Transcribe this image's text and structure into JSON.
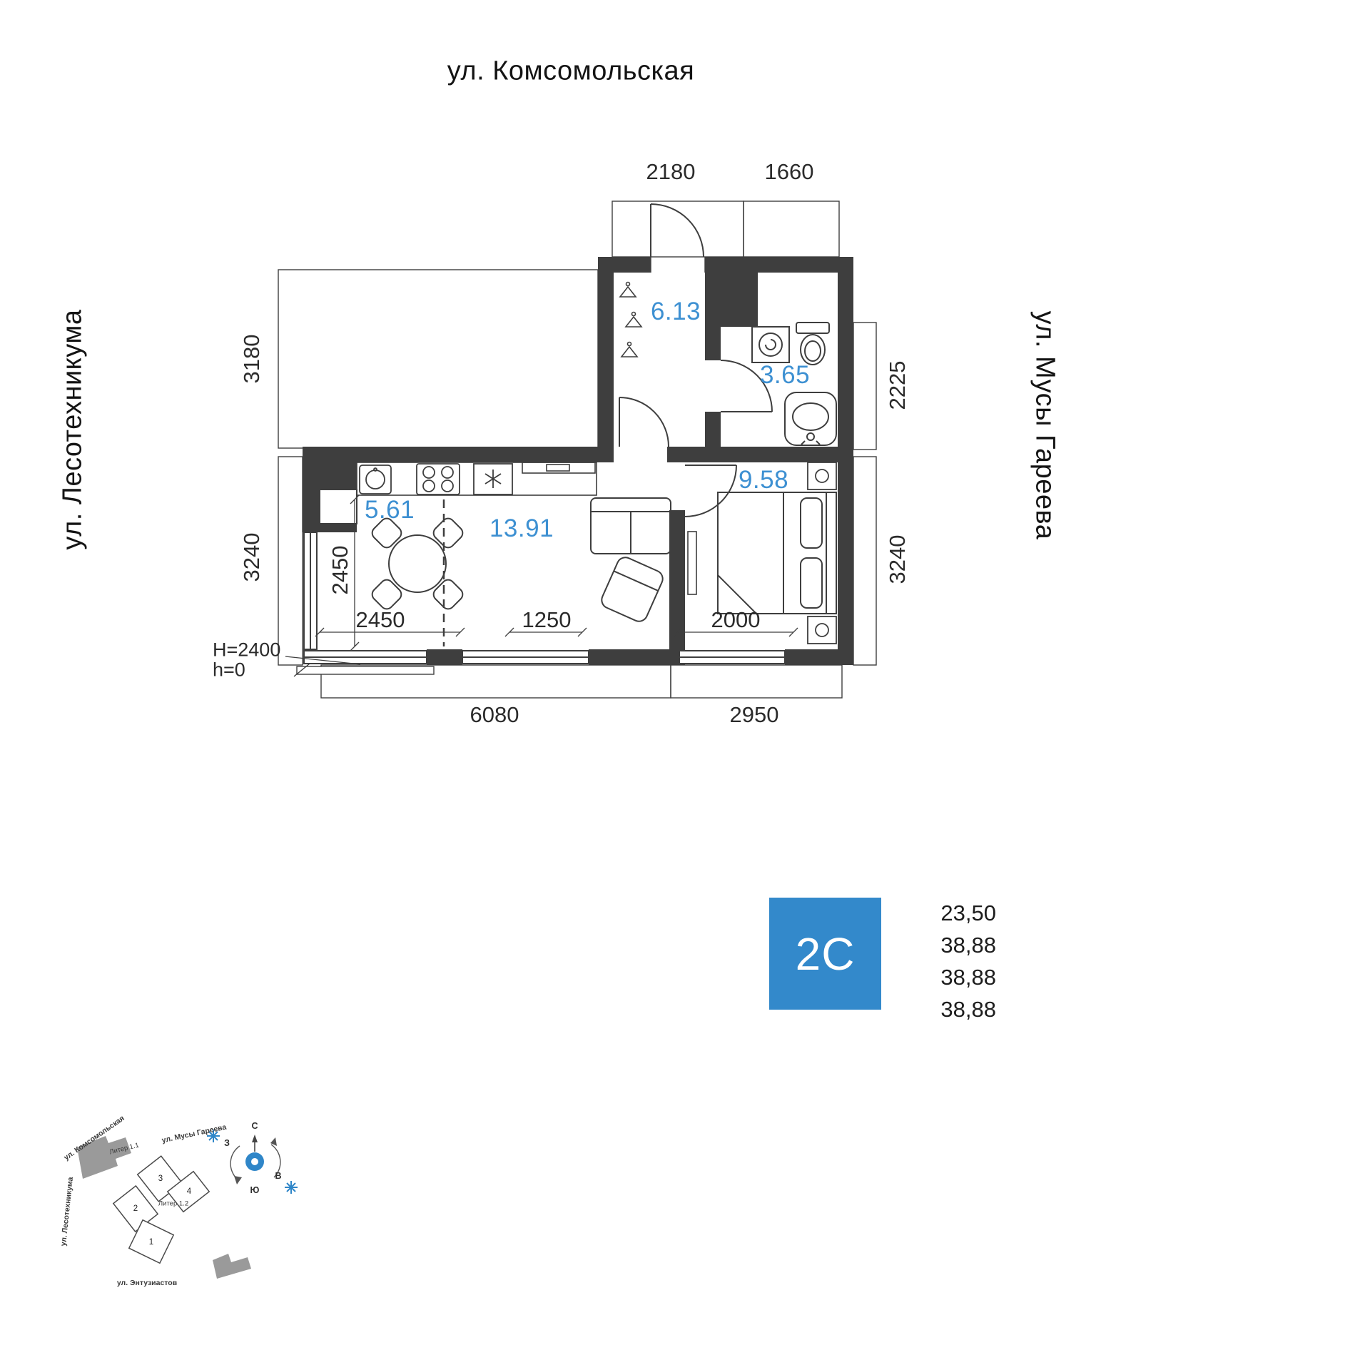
{
  "streets": {
    "top": "ул. Комсомольская",
    "left": "ул. Лесотехникума",
    "right": "ул. Мусы Гареева"
  },
  "rooms": {
    "hallway": "6.13",
    "bathroom": "3.65",
    "kitchen": "5.61",
    "living": "13.91",
    "bedroom": "9.58"
  },
  "dims": {
    "top1": "2180",
    "top2": "1660",
    "left1": "3180",
    "left2": "3240",
    "right1": "2225",
    "right2": "3240",
    "inner_v": "2450",
    "inner_h1": "2450",
    "inner_h2": "1250",
    "inner_h3": "2000",
    "bottom1": "6080",
    "bottom2": "2950",
    "h_note1": "H=2400",
    "h_note2": "h=0"
  },
  "site": {
    "street_top": "ул. Комсомольская",
    "street_right": "ул. Мусы Гареева",
    "street_left": "ул. Лесотехникума",
    "street_bottom": "ул. Энтузиастов",
    "liter1": "Литер 1.1",
    "liter2": "Литер 1.2",
    "sections": [
      "1",
      "2",
      "3",
      "4"
    ],
    "compass": {
      "n": "С",
      "s": "Ю",
      "w": "З",
      "e": "В"
    }
  },
  "info": {
    "type": "2С",
    "values": [
      "23,50",
      "38,88",
      "38,88",
      "38,88"
    ],
    "accent_color": "#3389cb"
  },
  "colors": {
    "wall": "#3e3e3e",
    "accent_blue": "#3d90d2"
  }
}
